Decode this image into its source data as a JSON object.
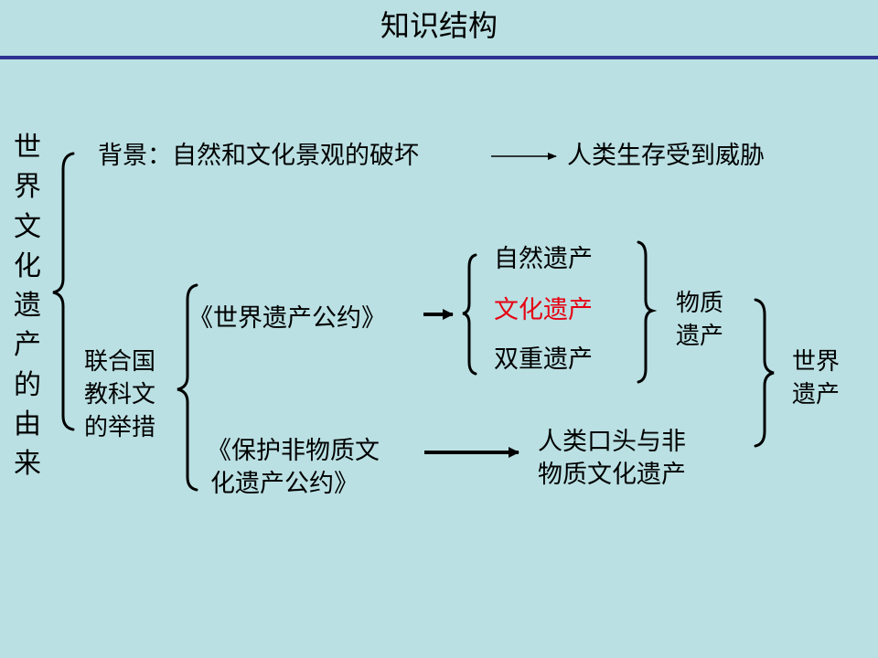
{
  "slide": {
    "title": "知识结构",
    "background_color": "#bae0e3",
    "rule_color": "#2e3192"
  },
  "diagram": {
    "root": {
      "chars": [
        "世",
        "界",
        "文",
        "化",
        "遗",
        "产",
        "的",
        "由",
        "来"
      ],
      "text": "世界文化遗产的由来"
    },
    "background_row": {
      "label": "背景：自然和文化景观的破坏",
      "result": "人类生存受到威胁"
    },
    "unesco": {
      "lines": [
        "联合国",
        "教科文",
        "的举措"
      ]
    },
    "convention_world": {
      "label": "《世界遗产公约》",
      "types": [
        {
          "label": "自然遗产",
          "color": "#000000"
        },
        {
          "label": "文化遗产",
          "color": "#e60012"
        },
        {
          "label": "双重遗产",
          "color": "#000000"
        }
      ],
      "group": [
        "物质",
        "遗产"
      ]
    },
    "convention_intangible": {
      "lines": [
        "《保护非物质文",
        "化遗产公约》"
      ],
      "result_lines": [
        "人类口头与非",
        "物质文化遗产"
      ]
    },
    "final": {
      "lines": [
        "世界",
        "遗产"
      ]
    }
  }
}
